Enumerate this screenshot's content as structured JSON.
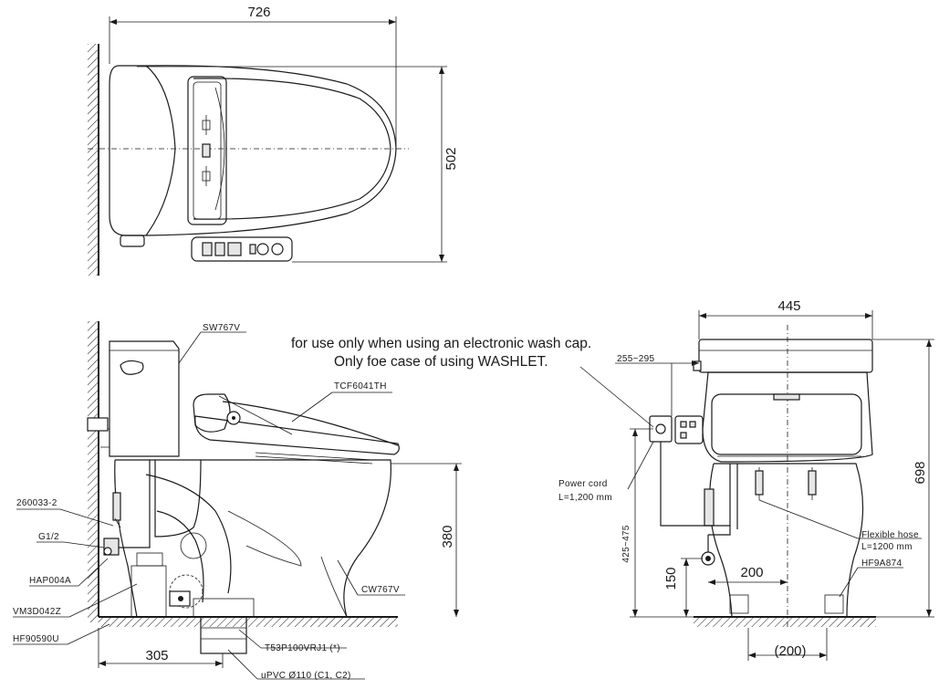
{
  "dimensions": {
    "top_width": "726",
    "top_depth": "502",
    "side_height_rim": "380",
    "side_wall_to_drain": "305",
    "front_width": "445",
    "front_total_height": "698",
    "front_range_255_295": "255~295",
    "front_range_425_475": "425~475",
    "front_150": "150",
    "front_200": "200",
    "front_200_paren": "(200)"
  },
  "notes": {
    "line1": "for use only when using an electronic wash cap.",
    "line2": "Only foe case of using WASHLET."
  },
  "parts": {
    "sw767v": "SW767V",
    "tcf6041th": "TCF6041TH",
    "p260033": "260033-2",
    "g12": "G1/2",
    "hap004a": "HAP004A",
    "vm3d042z": "VM3D042Z",
    "hf90590u": "HF90590U",
    "cw767v": "CW767V",
    "t53p": "T53P100VRJ1 (*)",
    "upvc": "uPVC Ø110 (C1, C2)",
    "power_cord": "Power cord",
    "power_cord_len": "L=1,200 mm",
    "flex_hose": "Flexible hose",
    "flex_hose_len": "L=1200 mm",
    "hf9a874": "HF9A874"
  }
}
